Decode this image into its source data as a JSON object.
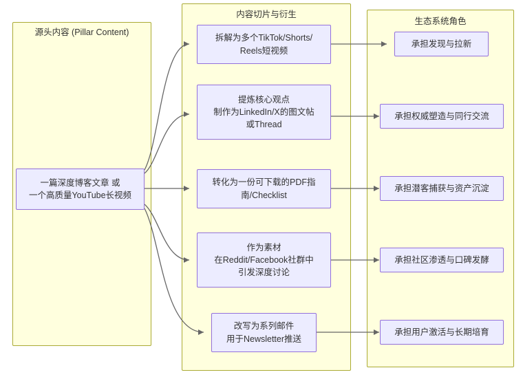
{
  "diagram": {
    "type": "flowchart",
    "direction": "left-to-right",
    "background": "#ffffff",
    "cluster_fill": "#ffffde",
    "cluster_stroke": "#aaaa33",
    "node_fill": "#ececff",
    "node_stroke": "#9370db",
    "edge_color": "#666666",
    "text_color": "#333333"
  },
  "clusters": [
    {
      "id": "source",
      "title": "源头内容 (Pillar Content)"
    },
    {
      "id": "derivative",
      "title": "内容切片与衍生"
    },
    {
      "id": "ecosystem",
      "title": "生态系统角色"
    }
  ],
  "nodes": {
    "source": [
      {
        "id": "pillar",
        "lines": [
          "一篇深度博客文章 或",
          "一个高质量YouTube长视频"
        ]
      }
    ],
    "derivative": [
      {
        "id": "shorts",
        "lines": [
          "拆解为多个TikTok/Shorts/",
          "Reels短视频"
        ]
      },
      {
        "id": "social",
        "lines": [
          "提炼核心观点",
          "制作为LinkedIn/X的图文帖",
          "或Thread"
        ]
      },
      {
        "id": "pdf",
        "lines": [
          "转化为一份可下载的PDF指",
          "南/Checklist"
        ]
      },
      {
        "id": "community",
        "lines": [
          "作为素材",
          "在Reddit/Facebook社群中",
          "引发深度讨论"
        ]
      },
      {
        "id": "newsletter",
        "lines": [
          "改写为系列邮件",
          "用于Newsletter推送"
        ]
      }
    ],
    "ecosystem": [
      {
        "id": "discovery",
        "lines": [
          "承担发现与拉新"
        ]
      },
      {
        "id": "authority",
        "lines": [
          "承担权威塑造与同行交流"
        ]
      },
      {
        "id": "leadgen",
        "lines": [
          "承担潜客捕获与资产沉淀"
        ]
      },
      {
        "id": "wordmouth",
        "lines": [
          "承担社区渗透与口碑发酵"
        ]
      },
      {
        "id": "retention",
        "lines": [
          "承担用户激活与长期培育"
        ]
      }
    ]
  },
  "edges": [
    {
      "from": "pillar",
      "to": "shorts"
    },
    {
      "from": "pillar",
      "to": "social"
    },
    {
      "from": "pillar",
      "to": "pdf"
    },
    {
      "from": "pillar",
      "to": "community"
    },
    {
      "from": "pillar",
      "to": "newsletter"
    },
    {
      "from": "shorts",
      "to": "discovery"
    },
    {
      "from": "social",
      "to": "authority"
    },
    {
      "from": "pdf",
      "to": "leadgen"
    },
    {
      "from": "community",
      "to": "wordmouth"
    },
    {
      "from": "newsletter",
      "to": "retention"
    }
  ]
}
